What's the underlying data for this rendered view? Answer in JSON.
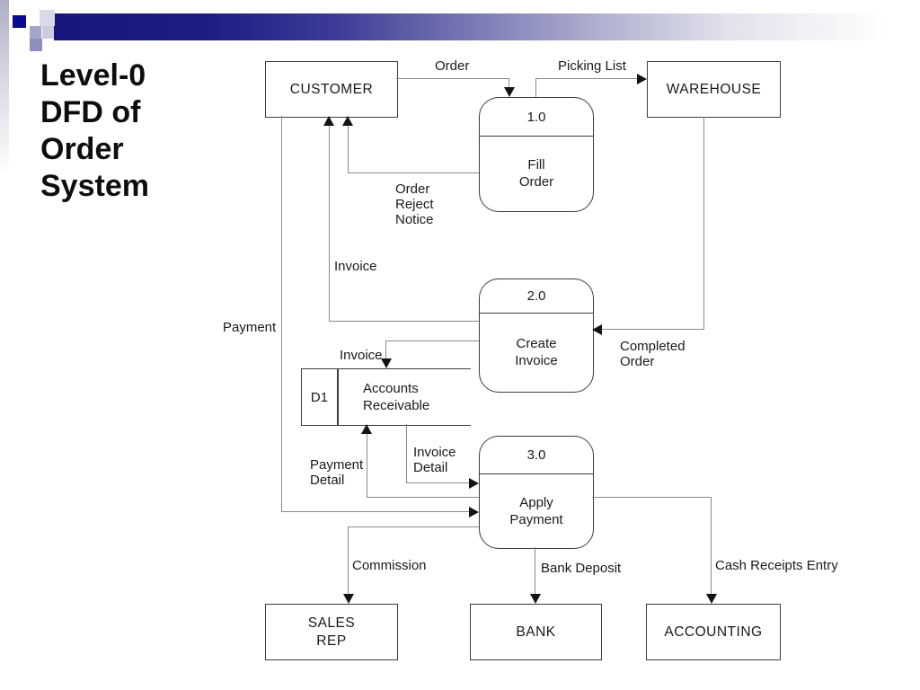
{
  "title": "Level-0\nDFD of\nOrder\nSystem",
  "colors": {
    "bar_navy": "#16167C",
    "accent_square_navy": "#0A0A8E",
    "line_gray": "#8A8A8A",
    "border_gray": "#3D3D3D",
    "text": "#1A1A1A"
  },
  "entities": {
    "customer": "CUSTOMER",
    "warehouse": "WAREHOUSE",
    "sales_rep": "SALES\nREP",
    "bank": "BANK",
    "accounting": "ACCOUNTING"
  },
  "processes": [
    {
      "number": "1.0",
      "name": "Fill\nOrder"
    },
    {
      "number": "2.0",
      "name": "Create\nInvoice"
    },
    {
      "number": "3.0",
      "name": "Apply\nPayment"
    }
  ],
  "data_store": {
    "id": "D1",
    "name": "Accounts\nReceivable"
  },
  "flows": {
    "order": "Order",
    "picking_list": "Picking List",
    "order_reject_notice": "Order\nReject\nNotice",
    "invoice_to_customer": "Invoice",
    "payment": "Payment",
    "completed_order": "Completed\nOrder",
    "invoice_to_datastore": "Invoice",
    "invoice_detail": "Invoice\nDetail",
    "payment_detail": "Payment\nDetail",
    "commission": "Commission",
    "bank_deposit": "Bank Deposit",
    "cash_receipts_entry": "Cash Receipts Entry"
  }
}
